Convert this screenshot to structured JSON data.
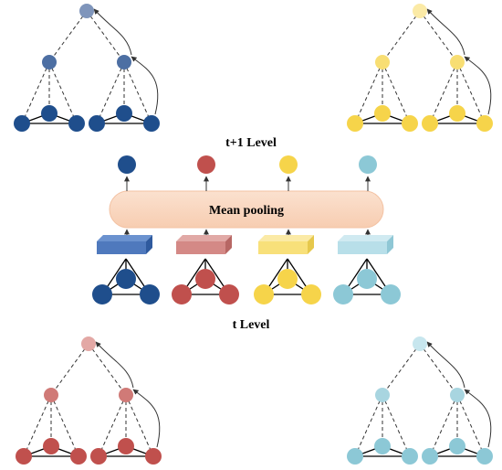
{
  "labels": {
    "upper_level": "t+1 Level",
    "lower_level": "t Level",
    "pooling": "Mean pooling"
  },
  "colors": {
    "blue": "#1f4e8c",
    "blue_light": "#4d6fa3",
    "blue_faint": "#7f95bb",
    "red": "#c0504d",
    "red_light": "#d07a77",
    "red_faint": "#e3a8a5",
    "yellow": "#f6d44a",
    "yellow_light": "#f8de73",
    "yellow_faint": "#fbeaa6",
    "cyan": "#8cc8d6",
    "cyan_light": "#a8d5e0",
    "cyan_faint": "#c7e6ee",
    "pool_fill": "#f9d5bd",
    "edge": "#000000",
    "dashed_edge": "#333333"
  },
  "groups": [
    "blue",
    "red",
    "yellow",
    "cyan"
  ]
}
